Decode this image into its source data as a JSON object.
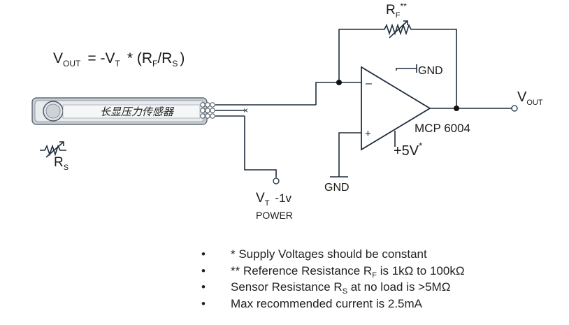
{
  "formula": {
    "vout": "V",
    "vout_sub": "OUT",
    "eq": "= -V",
    "vt_sub": "T",
    "mid": "* (R",
    "rf_sub": "F",
    "slash": "/R",
    "rs_sub": "S",
    "close": ")"
  },
  "sensor": {
    "label": "长显压力传感器",
    "rs_main": "R",
    "rs_sub": "S"
  },
  "feedback": {
    "main": "R",
    "sub": "F",
    "mark": "**"
  },
  "opamp": {
    "minus": "–",
    "plus": "+",
    "model": "MCP 6004",
    "supply_main": "+5V",
    "supply_mark": "*",
    "gnd_top": "GND",
    "gnd_bottom": "GND"
  },
  "output": {
    "main": "V",
    "sub": "OUT"
  },
  "input": {
    "main": "V",
    "sub": "T",
    "value": "-1v",
    "power": "POWER"
  },
  "notes": {
    "bullet": "•",
    "items": [
      {
        "pre": "* Supply Voltages should be constant"
      },
      {
        "pre": "** Reference Resistance R",
        "sub": "F",
        "post": "is 1kΩ to 100kΩ"
      },
      {
        "pre": "Sensor Resistance R",
        "sub": "S",
        "post": "at no load is >5MΩ"
      },
      {
        "pre": "Max recommended current is 2.5mA"
      }
    ]
  },
  "colors": {
    "wire": "#1f2d3d",
    "sensor_fill": "#c6ccd2",
    "sensor_stroke": "#4b5560"
  }
}
